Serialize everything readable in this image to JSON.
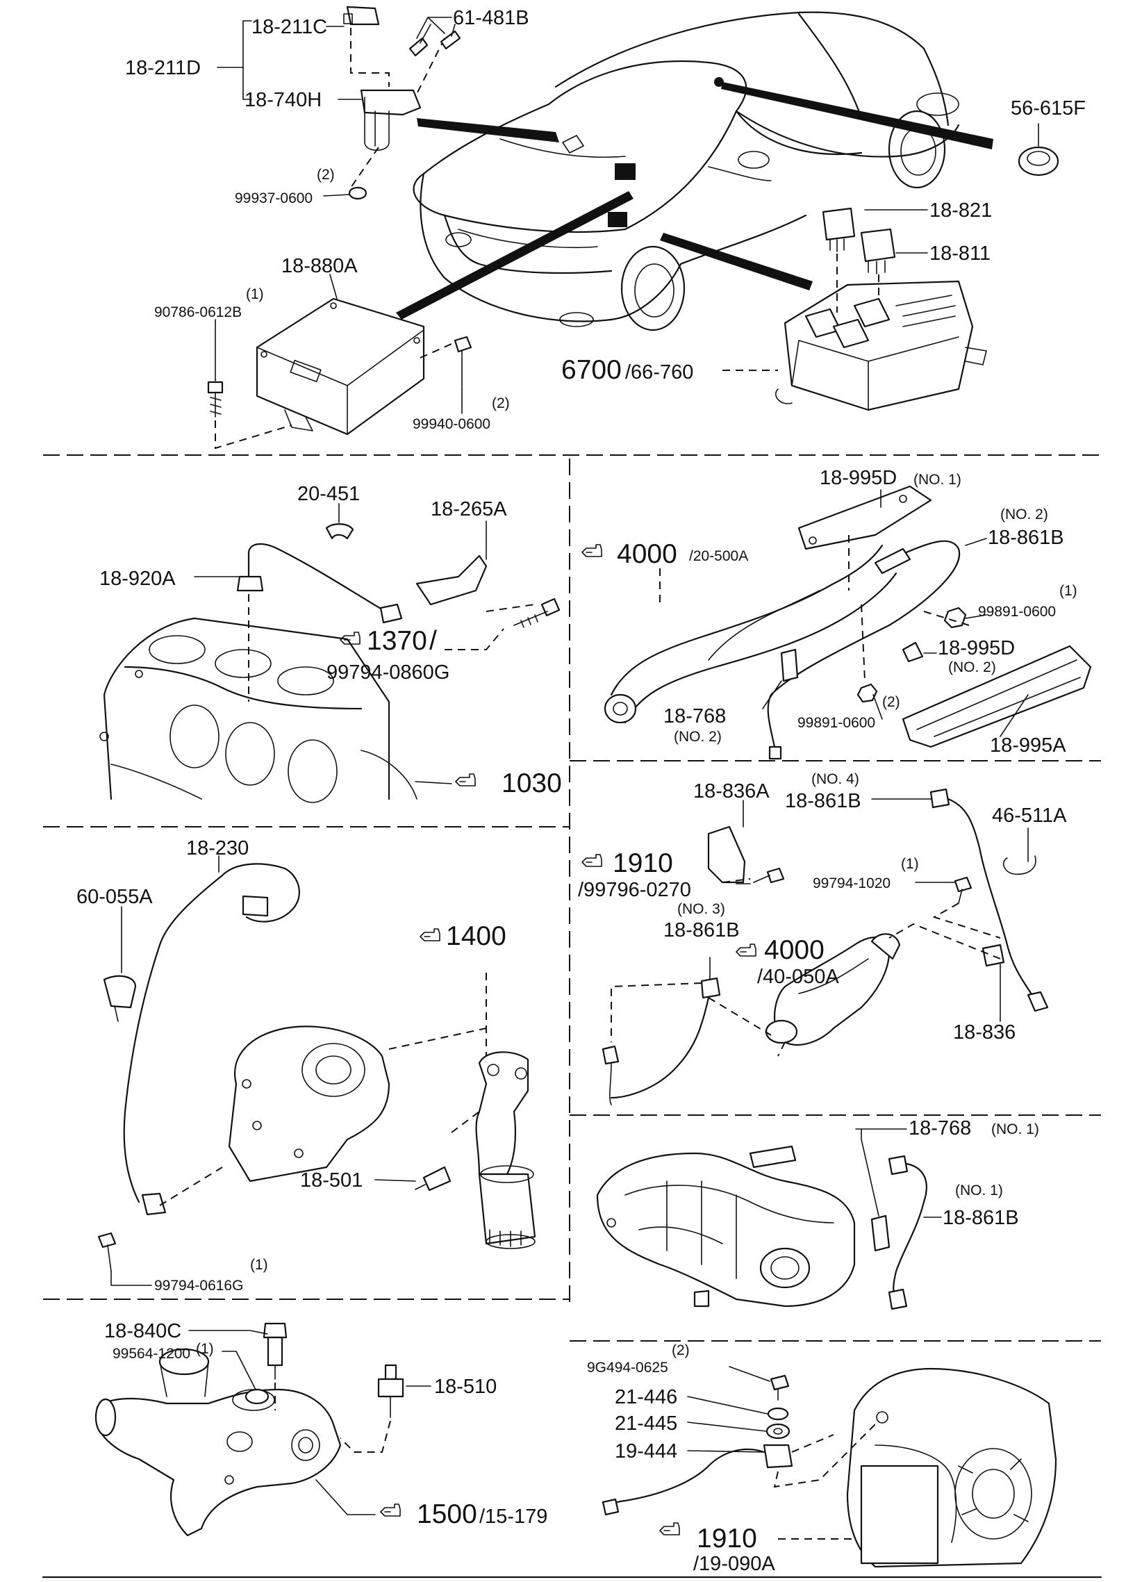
{
  "top": {
    "lbl_18_211c": "18-211C",
    "lbl_61_481b": "61-481B",
    "lbl_18_211d": "18-211D",
    "lbl_18_740h": "18-740H",
    "qty_2_a": "(2)",
    "lbl_99937": "99937-0600",
    "lbl_56_615f": "56-615F",
    "lbl_18_821": "18-821",
    "lbl_18_811": "18-811",
    "lbl_18_880a": "18-880A",
    "qty_1_a": "(1)",
    "lbl_90786": "90786-0612B",
    "qty_2_b": "(2)",
    "lbl_99940": "99940-0600",
    "ref_6700": "6700",
    "ref_6700_sub": "/66-760"
  },
  "panel_a": {
    "lbl_20_451": "20-451",
    "lbl_18_265a": "18-265A",
    "lbl_18_920a": "18-920A",
    "ref_1370": "1370",
    "ref_1370_slash": "/",
    "lbl_99794_0860g": "99794-0860G",
    "ref_1030": "1030"
  },
  "panel_b": {
    "lbl_18_995d_1": "18-995D",
    "note_no1": "(NO. 1)",
    "note_no2_a": "(NO. 2)",
    "lbl_18_861b": "18-861B",
    "ref_4000": "4000",
    "ref_4000_sub": "/20-500A",
    "qty_1": "(1)",
    "lbl_99891_a": "99891-0600",
    "lbl_18_995d_2": "18-995D",
    "note_no2_b": "(NO. 2)",
    "qty_2": "(2)",
    "lbl_18_768": "18-768",
    "note_no2_c": "(NO. 2)",
    "lbl_99891_b": "99891-0600",
    "lbl_18_995a": "18-995A"
  },
  "panel_c": {
    "lbl_18_230": "18-230",
    "lbl_60_055a": "60-055A",
    "ref_1400": "1400",
    "lbl_18_501": "18-501",
    "qty_1": "(1)",
    "lbl_99794_0616g": "99794-0616G"
  },
  "panel_d": {
    "lbl_18_836a": "18-836A",
    "note_no4": "(NO. 4)",
    "lbl_18_861b_4": "18-861B",
    "lbl_46_511a": "46-511A",
    "ref_1910": "1910",
    "lbl_99796": "/99796-0270",
    "qty_1": "(1)",
    "lbl_99794_1020": "99794-1020",
    "note_no3": "(NO. 3)",
    "lbl_18_861b_3": "18-861B",
    "ref_4000": "4000",
    "ref_4000_sub": "/40-050A",
    "lbl_18_836": "18-836"
  },
  "panel_e": {
    "lbl_18_768": "18-768",
    "note_no1_a": "(NO. 1)",
    "note_no1_b": "(NO. 1)",
    "lbl_18_861b": "18-861B"
  },
  "panel_f": {
    "lbl_18_840c": "18-840C",
    "qty_1": "(1)",
    "lbl_99564": "99564-1200",
    "lbl_18_510": "18-510",
    "ref_1500": "1500",
    "ref_1500_sub": "/15-179"
  },
  "panel_g": {
    "qty_2": "(2)",
    "lbl_9g494": "9G494-0625",
    "lbl_21_446": "21-446",
    "lbl_21_445": "21-445",
    "lbl_19_444": "19-444",
    "ref_1910": "1910",
    "ref_1910_sub": "/19-090A"
  },
  "icons": {
    "reference": "pointing-hand-icon"
  }
}
